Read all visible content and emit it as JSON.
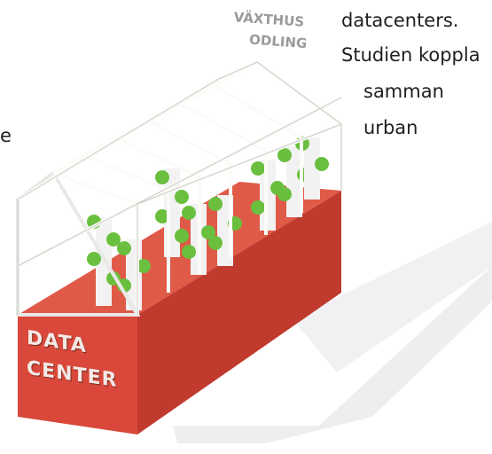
{
  "article_text": {
    "line_1": "datacenters.",
    "line_2": "Studien koppla",
    "line_3": "samman",
    "line_4": "urban",
    "left_fragment": "e"
  },
  "illustration": {
    "label_container": "DATA CENTER",
    "label_container_line_1": "DATA",
    "label_container_line_2": "CENTER",
    "label_greenhouse_line_1": "VÄXTHUS",
    "label_greenhouse_line_2": "ODLING",
    "colors": {
      "container_front": "#d9483a",
      "container_side": "#b8352a",
      "container_top": "#e05a48",
      "plant_green": "#6abf3e",
      "pot_white": "#f2f2f2",
      "frame_white": "#fbfbf8",
      "shadow": "#e9e9ec",
      "label_text": "#8a8a8a"
    }
  }
}
